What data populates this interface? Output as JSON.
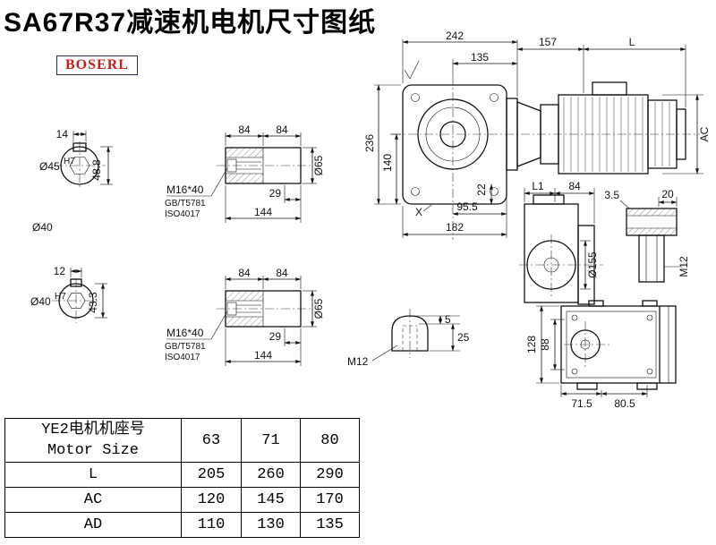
{
  "page": {
    "title": "SA67R37减速机电机尺寸图纸",
    "logo": "BOSERL"
  },
  "shaft_end_45": {
    "key_width": "14",
    "bore": "Ø45",
    "tol": "H7",
    "height": "48.8",
    "outer": "Ø40"
  },
  "shaft_end_40": {
    "key_width": "12",
    "bore": "Ø40",
    "tol": "H7",
    "height": "43.3"
  },
  "shaft_side": {
    "dim_84a": "84",
    "dim_84b": "84",
    "thread": "M16*40",
    "std1": "GB/T5781",
    "std2": "ISO4017",
    "dim_29": "29",
    "dim_144": "144",
    "dia": "Ø65"
  },
  "main_view": {
    "dim_242": "242",
    "dim_135": "135",
    "dim_157": "157",
    "dim_l": "L",
    "dim_236": "236",
    "dim_140": "140",
    "dim_22": "22",
    "dim_95_5": "95.5",
    "dim_182": "182",
    "label_x": "X",
    "dim_ac": "AC"
  },
  "side_view": {
    "dim_l1": "L1",
    "dim_84": "84",
    "dim_3_5": "3.5",
    "dim_20": "20",
    "dia_155": "Ø155",
    "thread": "M12"
  },
  "plug_view": {
    "dim_5": "5",
    "dim_25": "25",
    "thread": "M12"
  },
  "rear_view": {
    "dim_128": "128",
    "dim_88": "88",
    "dim_71_5": "71.5",
    "dim_80_5": "80.5"
  },
  "table": {
    "header_cn": "YE2电机机座号",
    "header_en": "Motor Size",
    "sizes": [
      "63",
      "71",
      "80"
    ],
    "rows": [
      {
        "label": "L",
        "values": [
          "205",
          "260",
          "290"
        ]
      },
      {
        "label": "AC",
        "values": [
          "120",
          "145",
          "170"
        ]
      },
      {
        "label": "AD",
        "values": [
          "110",
          "130",
          "135"
        ]
      }
    ]
  }
}
